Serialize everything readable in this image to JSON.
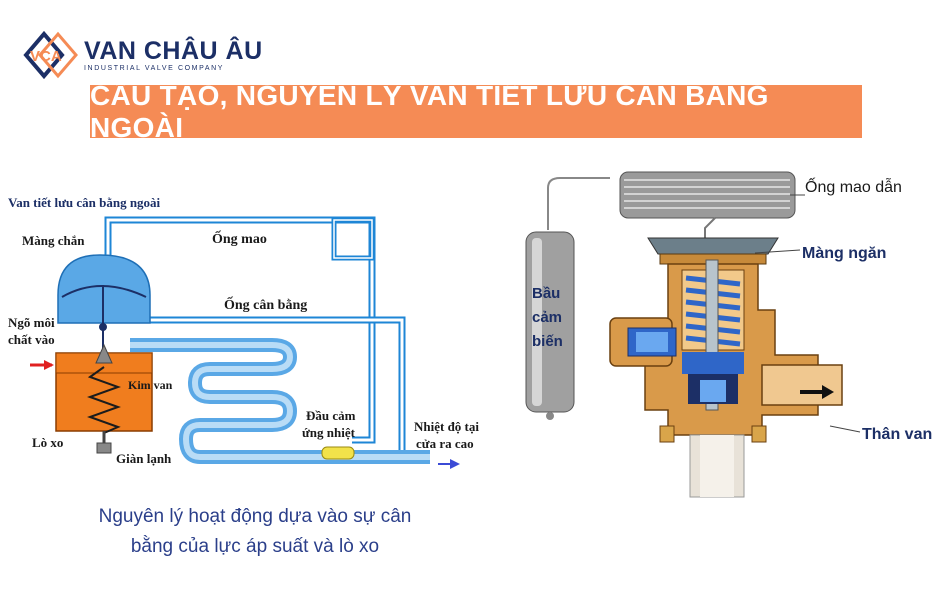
{
  "brand": {
    "logo_text": "VCA",
    "name": "VAN CHÂU ÂU",
    "tagline": "INDUSTRIAL VALVE COMPANY"
  },
  "banner": {
    "title": "CẤU TẠO, NGUYÊN LÝ VAN TIẾT LƯU CÂN BẰNG NGOÀI"
  },
  "left_diagram": {
    "title": "Van tiết lưu cân bằng ngoài",
    "labels": {
      "diaphragm": "Màng chắn",
      "capillary": "Ống mao",
      "equalizer": "Ống cân bằng",
      "inlet_line1": "Ngõ môi",
      "inlet_line2": "chất vào",
      "needle": "Kim van",
      "spring": "Lò xo",
      "evaporator": "Giàn lạnh",
      "sensor_line1": "Đầu cảm",
      "sensor_line2": "ứng nhiệt",
      "outlet_line1": "Nhiệt độ tại",
      "outlet_line2": "cửa ra cao"
    }
  },
  "right_diagram": {
    "labels": {
      "capillary_tube": "Ống mao dẫn",
      "diaphragm": "Màng ngăn",
      "bulb_line1": "Bầu",
      "bulb_line2": "cảm",
      "bulb_line3": "biến",
      "body": "Thân van"
    }
  },
  "caption": {
    "line1": "Nguyên lý hoạt động dựa vào sự cân",
    "line2": "bằng của lực áp suất và lò xo"
  },
  "colors": {
    "accent": "#f58b55",
    "brand": "#1c2f66",
    "pipe": "#1e86d6",
    "body_orange": "#f07d1e",
    "brass": "#d99a4a"
  }
}
